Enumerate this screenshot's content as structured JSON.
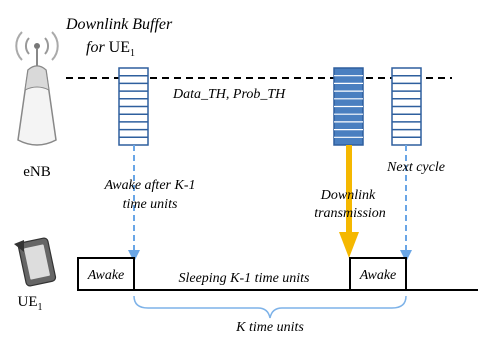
{
  "buffer_title": {
    "line1": "Downlink Buffer",
    "line2_prefix": "for ",
    "line2_ue": "UE",
    "line2_sub": "1"
  },
  "threshold_label": "Data_TH, Prob_TH",
  "enb_label": "eNB",
  "ue_label": "UE",
  "ue_sub": "1",
  "annotations": {
    "awake_after_1": "Awake after K-1",
    "awake_after_2": "time units",
    "downlink_1": "Downlink",
    "downlink_2": "transmission",
    "next_cycle": "Next cycle",
    "sleeping": "Sleeping K-1 time units",
    "k_units": "K time units"
  },
  "timeline": {
    "awake_left": "Awake",
    "awake_right": "Awake"
  },
  "colors": {
    "buffer_line": "#2e5f9e",
    "buffer_fill": "#4a7fc0",
    "arrow_dashed": "#6aa6e6",
    "arrow_orange": "#f5b800",
    "brace": "#7db2e8"
  }
}
